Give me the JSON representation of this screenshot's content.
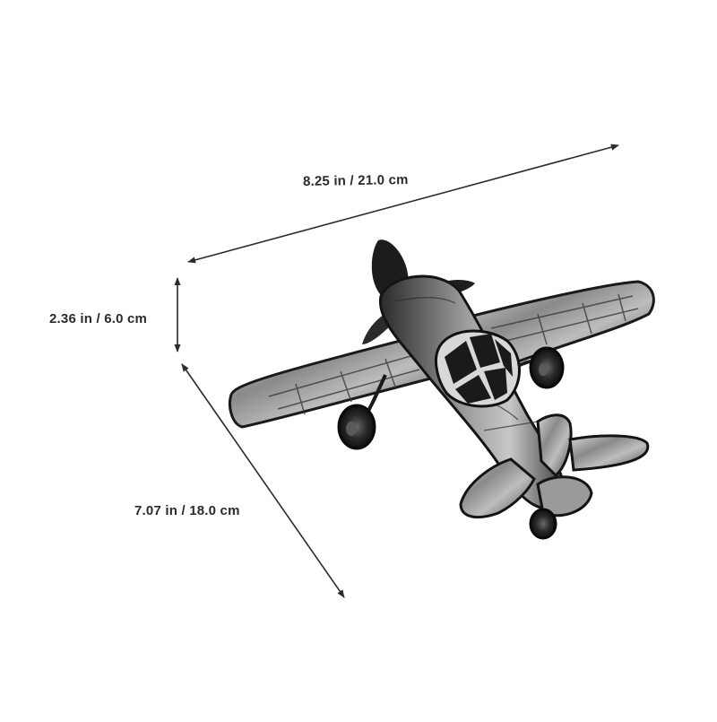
{
  "dimensions": {
    "width_label": "8.25 in / 21.0 cm",
    "height_label": "2.36 in / 6.0 cm",
    "depth_label": "7.07 in / 18.0 cm"
  },
  "icons": {
    "arrow": "double-headed-arrow",
    "product": "vintage-airplane-model"
  },
  "colors": {
    "background": "#ffffff",
    "text": "#2b2b2b",
    "arrow": "#2b2b2b",
    "metal_dark": "#1e1e1e",
    "metal_mid": "#5a5a5a",
    "metal_light": "#c9c9c9"
  }
}
